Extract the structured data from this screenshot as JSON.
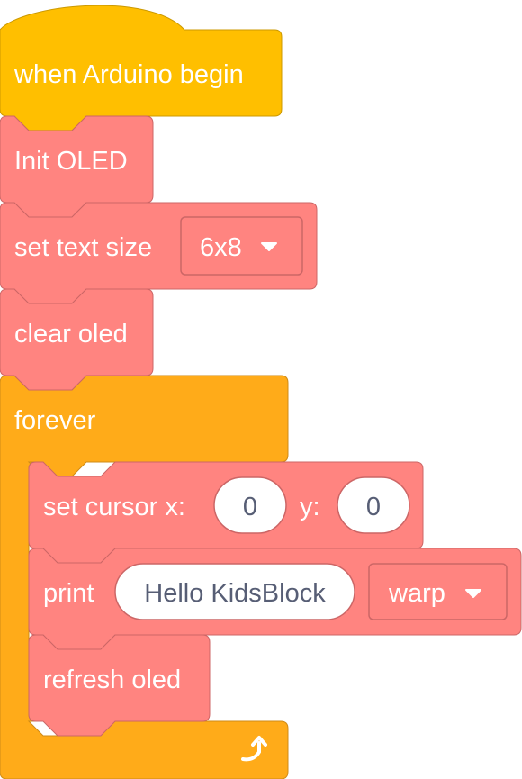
{
  "colors": {
    "event": "#ffbf00",
    "event_border": "#cc9900",
    "oled": "#ff8480",
    "oled_border": "#cc6666",
    "control": "#ffab19",
    "control_border": "#cf8b17",
    "input_bg": "#ffffff",
    "input_text": "#575e75"
  },
  "blocks": {
    "hat": {
      "label": "when Arduino begin"
    },
    "init_oled": {
      "label": "Init OLED"
    },
    "set_text_size": {
      "label": "set text size",
      "dropdown_value": "6x8"
    },
    "clear_oled": {
      "label": "clear oled"
    },
    "forever": {
      "label": "forever",
      "loop_icon": "loop-arrow-icon"
    },
    "set_cursor": {
      "label": "set cursor x:",
      "x_value": "0",
      "y_label": "y:",
      "y_value": "0"
    },
    "print": {
      "label": "print",
      "text_value": "Hello KidsBlock",
      "dropdown_value": "warp"
    },
    "refresh_oled": {
      "label": "refresh oled"
    }
  }
}
